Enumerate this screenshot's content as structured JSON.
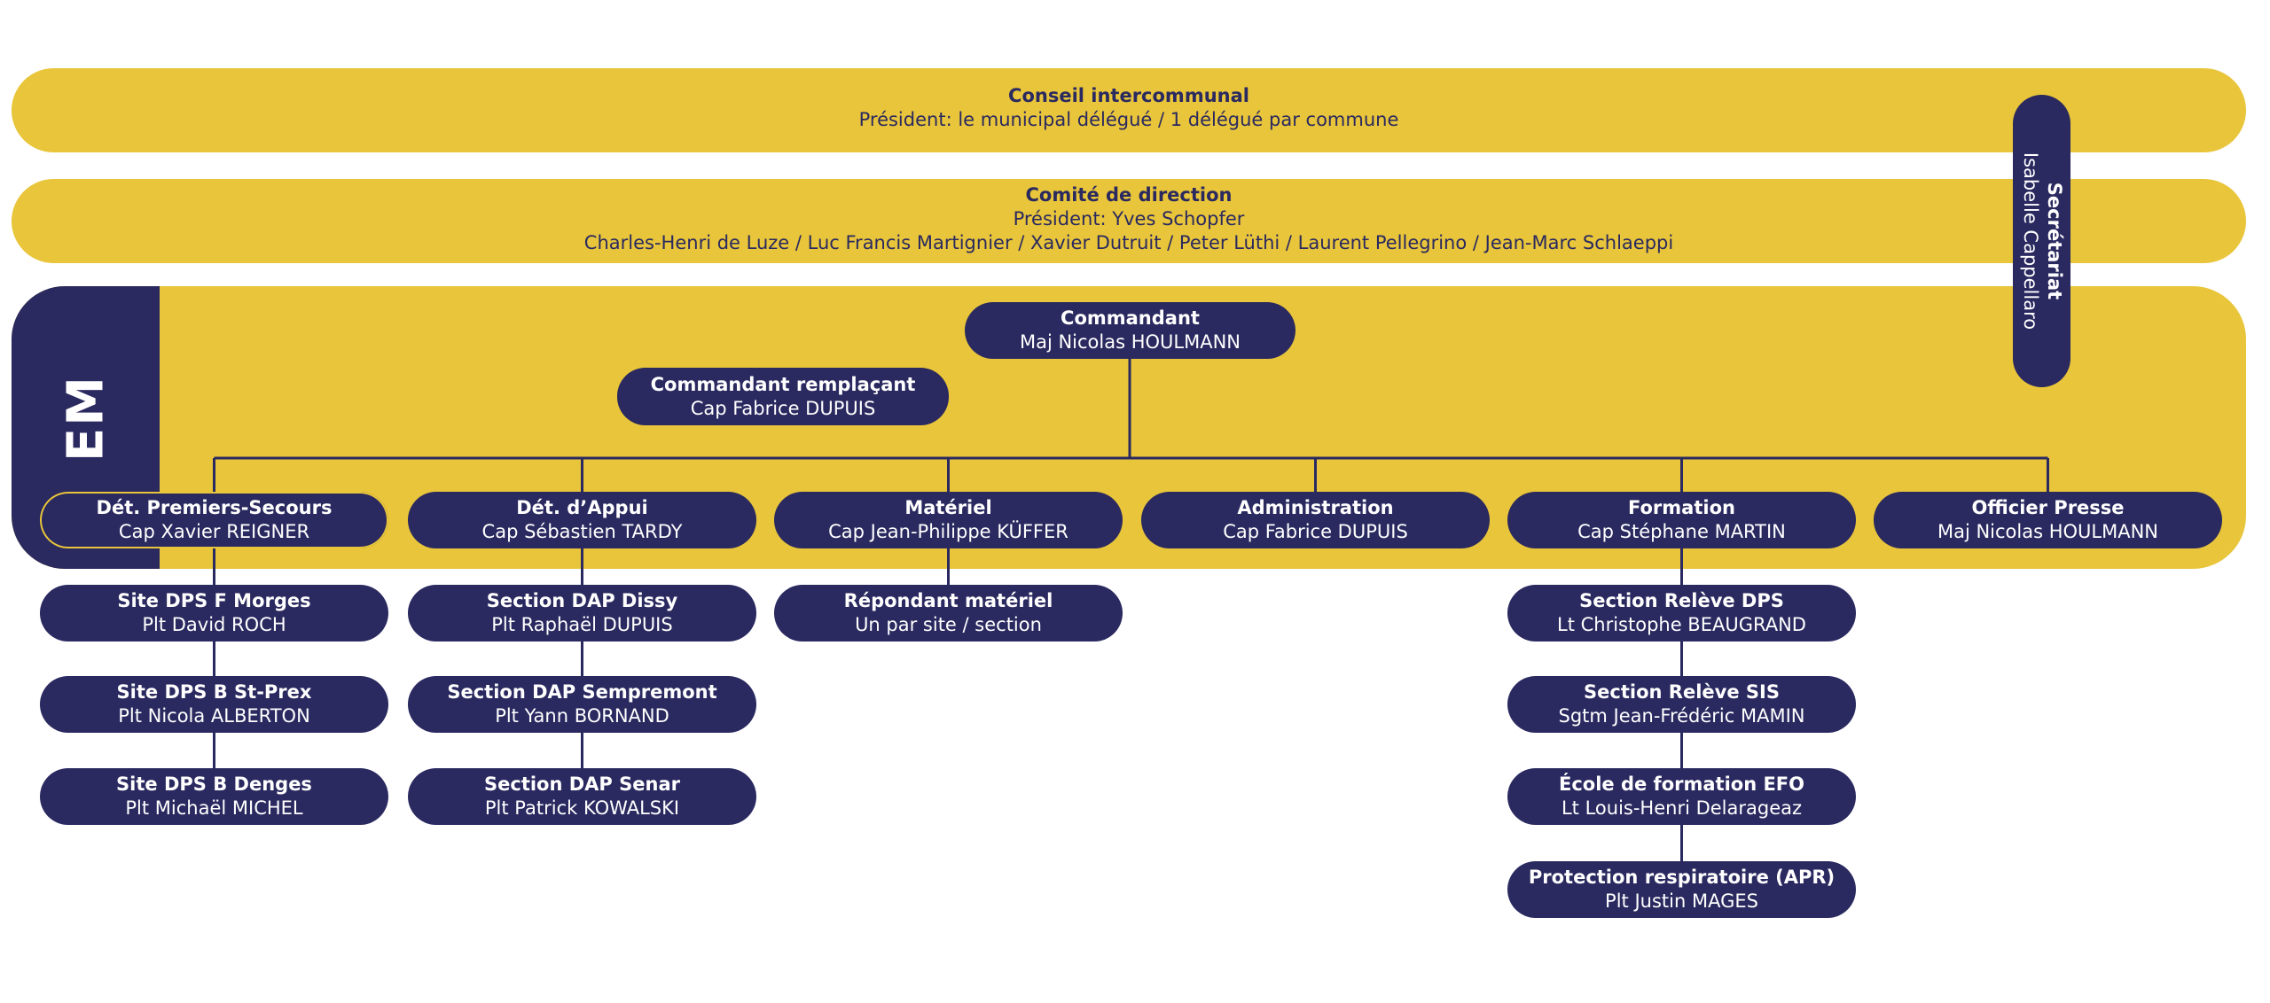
{
  "conseil": {
    "title": "Conseil intercommunal",
    "line1": "Président: le municipal délégué / 1 délégué par commune"
  },
  "comite": {
    "title": "Comité de direction",
    "line1": "Président: Yves Schopfer",
    "line2": "Charles-Henri de Luze / Luc Francis Martignier / Xavier Dutruit / Peter Lüthi / Laurent Pellegrino / Jean-Marc Schlaeppi"
  },
  "secretariat": {
    "title": "Secrétariat",
    "name": "Isabelle Cappellaro"
  },
  "em": {
    "label": "EM",
    "commandant": {
      "title": "Commandant",
      "name": "Maj Nicolas HOULMANN"
    },
    "remplacant": {
      "title": "Commandant remplaçant",
      "name": "Cap Fabrice DUPUIS"
    },
    "departments": [
      {
        "title": "Dét. Premiers-Secours",
        "name": "Cap Xavier REIGNER",
        "children": [
          {
            "title": "Site DPS F Morges",
            "name": "Plt David ROCH"
          },
          {
            "title": "Site DPS B St-Prex",
            "name": "Plt Nicola ALBERTON"
          },
          {
            "title": "Site DPS B Denges",
            "name": "Plt Michaël MICHEL"
          }
        ]
      },
      {
        "title": "Dét. d’Appui",
        "name": "Cap Sébastien TARDY",
        "children": [
          {
            "title": "Section DAP Dissy",
            "name": "Plt Raphaël DUPUIS"
          },
          {
            "title": "Section DAP Sempremont",
            "name": "Plt Yann BORNAND"
          },
          {
            "title": "Section DAP Senar",
            "name": "Plt Patrick KOWALSKI"
          }
        ]
      },
      {
        "title": "Matériel",
        "name": "Cap Jean-Philippe KÜFFER",
        "children": [
          {
            "title": "Répondant matériel",
            "name": "Un par site / section"
          }
        ]
      },
      {
        "title": "Administration",
        "name": "Cap Fabrice DUPUIS",
        "children": []
      },
      {
        "title": "Formation",
        "name": "Cap Stéphane MARTIN",
        "children": [
          {
            "title": "Section Relève DPS",
            "name": "Lt Christophe BEAUGRAND"
          },
          {
            "title": "Section Relève SIS",
            "name": "Sgtm Jean-Frédéric MAMIN"
          },
          {
            "title": "École de formation EFO",
            "name": "Lt Louis-Henri Delarageaz"
          },
          {
            "title": "Protection respiratoire (APR)",
            "name": "Plt Justin MAGES"
          }
        ]
      },
      {
        "title": "Officier Presse",
        "name": "Maj Nicolas HOULMANN",
        "children": []
      }
    ]
  },
  "colors": {
    "navy": "#2a2960",
    "yellow": "#e8c53a",
    "white": "#ffffff"
  }
}
